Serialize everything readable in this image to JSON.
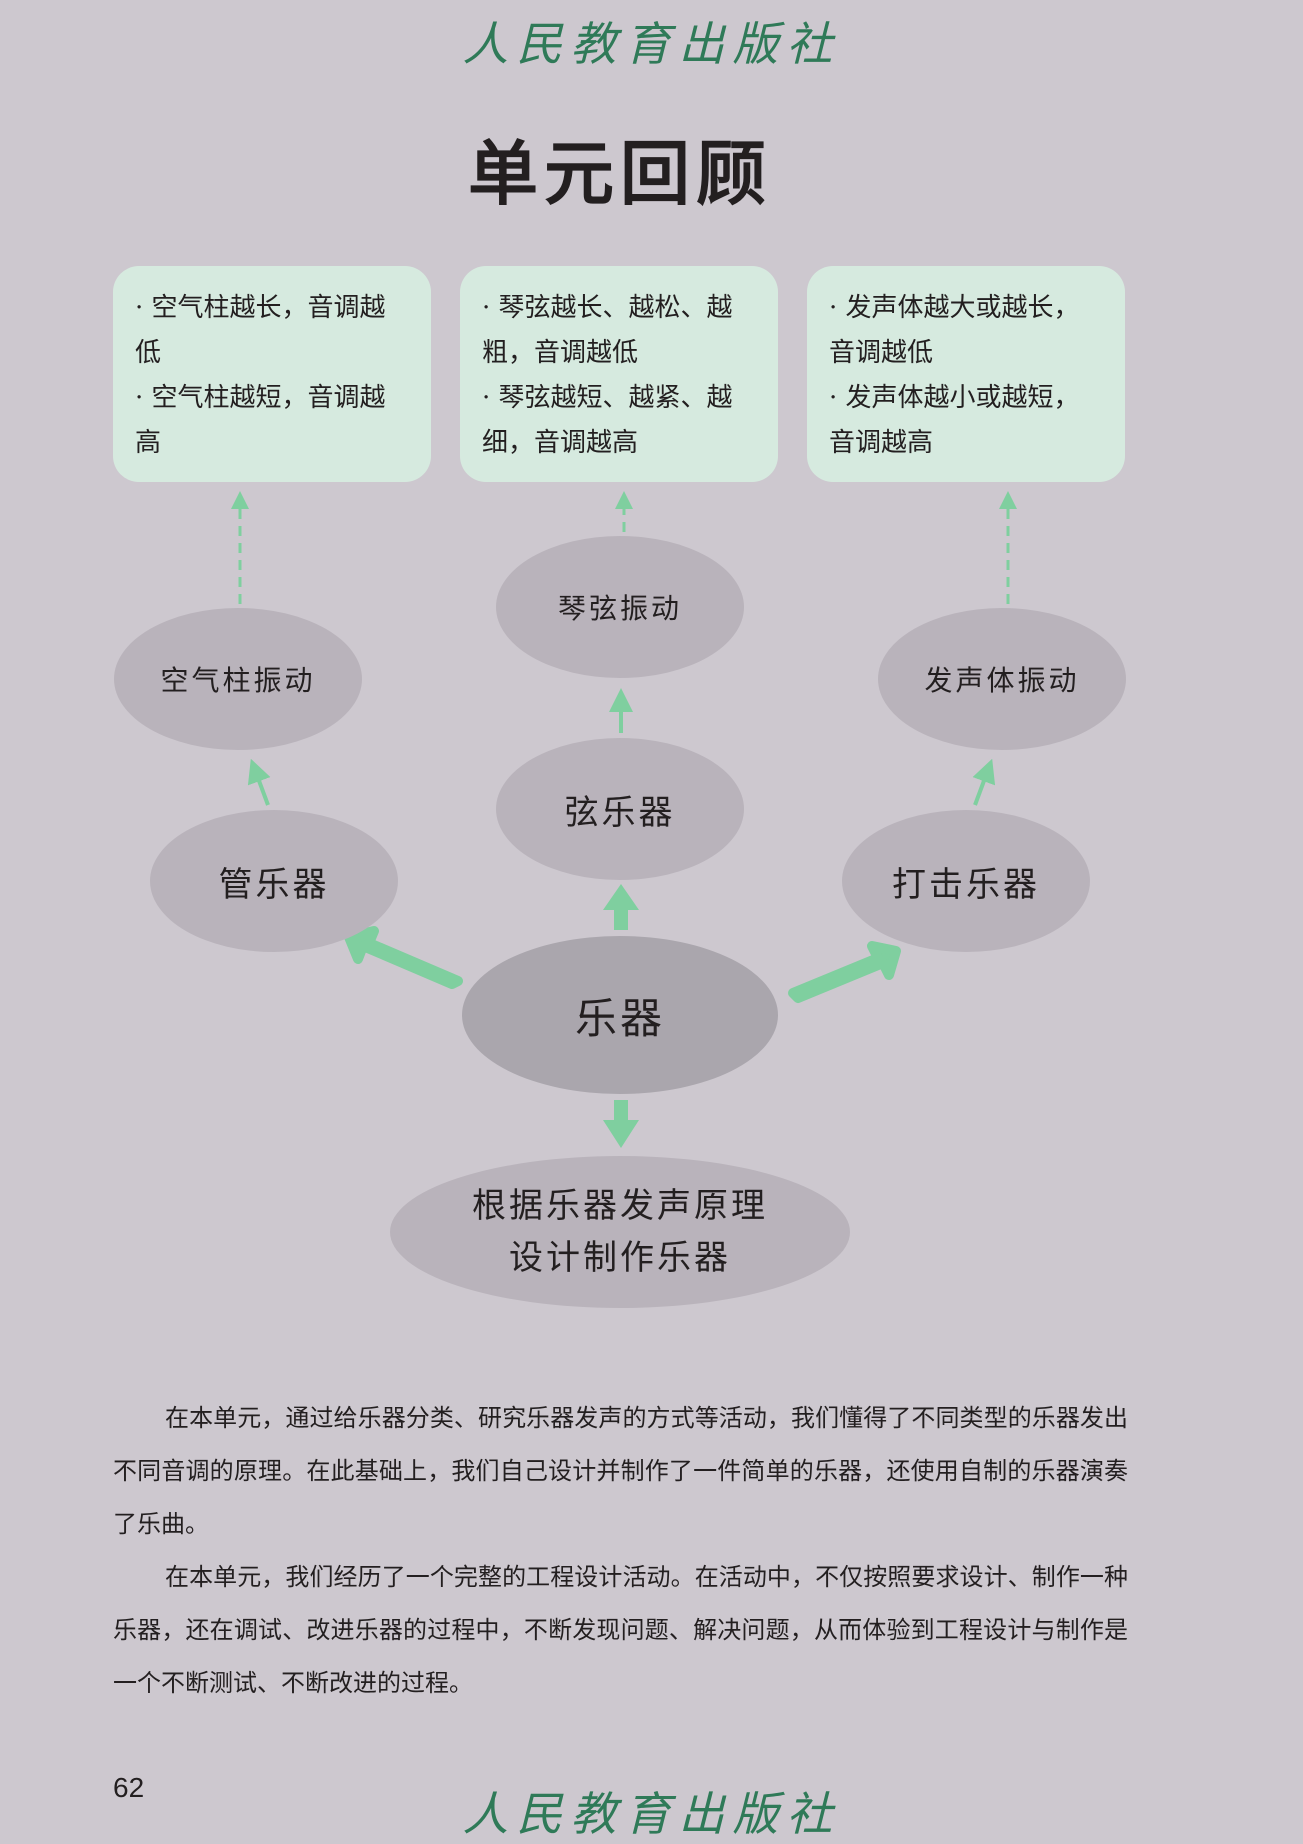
{
  "header": {
    "publisher_logo": "人民教育出版社"
  },
  "title": "单元回顾",
  "boxes": {
    "left": {
      "line1": "· 空气柱越长，音调越低",
      "line2": "· 空气柱越短，音调越高"
    },
    "middle": {
      "line1": "· 琴弦越长、越松、越粗，音调越低",
      "line2": "· 琴弦越短、越紧、越细，音调越高"
    },
    "right": {
      "line1": "· 发声体越大或越长，音调越低",
      "line2": "· 发声体越小或越短，音调越高"
    }
  },
  "nodes": {
    "air_column_vibration": "空气柱振动",
    "string_vibration": "琴弦振动",
    "body_vibration": "发声体振动",
    "wind_instruments": "管乐器",
    "stringed_instruments": "弦乐器",
    "percussion_instruments": "打击乐器",
    "instruments": "乐器",
    "design_line1": "根据乐器发声原理",
    "design_line2": "设计制作乐器"
  },
  "paragraphs": [
    "在本单元，通过给乐器分类、研究乐器发声的方式等活动，我们懂得了不同类型的乐器发出不同音调的原理。在此基础上，我们自己设计并制作了一件简单的乐器，还使用自制的乐器演奏了乐曲。",
    "在本单元，我们经历了一个完整的工程设计活动。在活动中，不仅按照要求设计、制作一种乐器，还在调试、改进乐器的过程中，不断发现问题、解决问题，从而体验到工程设计与制作是一个不断测试、不断改进的过程。"
  ],
  "page_number": "62",
  "footer": {
    "publisher_logo": "人民教育出版社"
  },
  "colors": {
    "background": "#cdc8cf",
    "box_fill": "#d6eadf",
    "arrow": "#7fcf9f",
    "node_fill": "#b9b3bb",
    "center_node_fill": "#aaa6ad",
    "logo": "#2f7a58"
  }
}
